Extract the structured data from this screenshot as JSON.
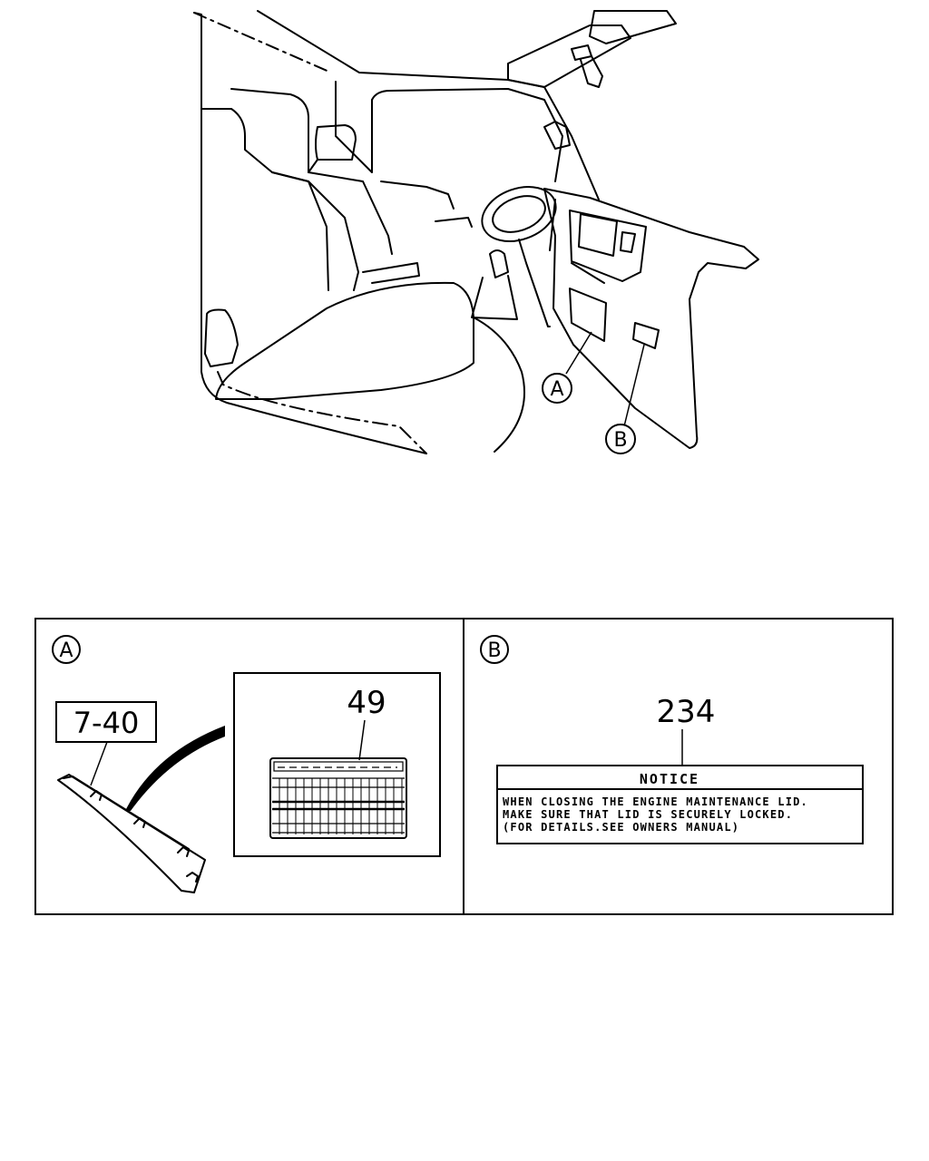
{
  "callouts": {
    "a": "A",
    "b": "B"
  },
  "panel_a": {
    "letter": "A",
    "ref_code": "7-40",
    "part_number": "49"
  },
  "panel_b": {
    "letter": "B",
    "part_number": "234",
    "label_title": "NOTICE",
    "label_lines": [
      "WHEN CLOSING THE ENGINE MAINTENANCE LID.",
      "MAKE SURE THAT LID IS SECURELY LOCKED.",
      "(FOR DETAILS.SEE OWNERS MANUAL)"
    ]
  }
}
